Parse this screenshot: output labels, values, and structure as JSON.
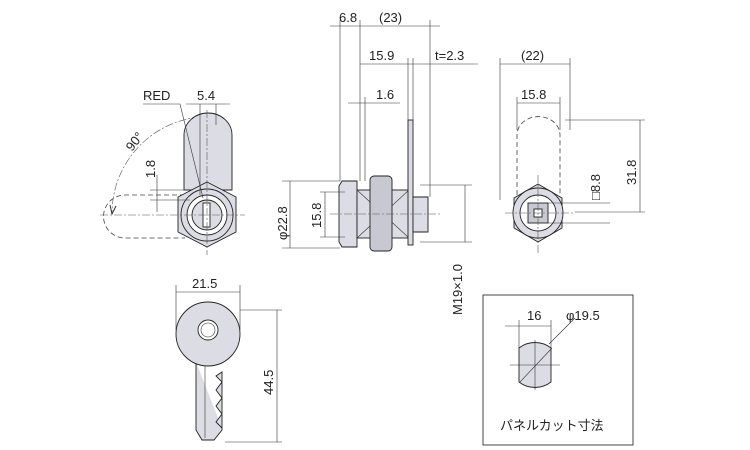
{
  "front_view": {
    "red_label": "RED",
    "dim_width": "5.4",
    "angle": "90°",
    "dim_offset": "1.8"
  },
  "key_view": {
    "dim_width": "21.5",
    "dim_length": "44.5"
  },
  "side_view": {
    "dim_face": "6.8",
    "dim_total": "(23)",
    "dim_to_cam": "15.9",
    "cam_thickness": "t=2.3",
    "dim_flange": "1.6",
    "dim_diameter": "φ22.8",
    "dim_flat": "15.8",
    "thread": "M19×1.0"
  },
  "rear_view": {
    "dim_cam_length": "(22)",
    "dim_cam_width": "15.8",
    "dim_height": "31.8",
    "dim_square": "□8.8"
  },
  "panel_cut": {
    "dim_flat": "16",
    "dim_diameter": "φ19.5",
    "caption": "パネルカット寸法"
  }
}
